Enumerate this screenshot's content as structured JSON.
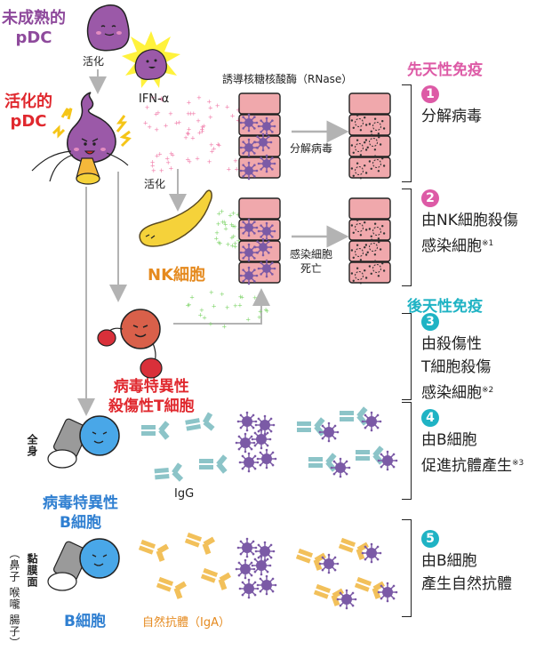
{
  "cells": {
    "immature_pdc": "未成熟的\npDC",
    "activated_pdc": "活化的\npDC",
    "nk_cell": "NK細胞",
    "virus_specific_t": "病毒特異性\n殺傷性T細胞",
    "virus_specific_b": "病毒特異性\nB細胞",
    "b_cell": "B細胞"
  },
  "arrows": {
    "activate_1": "活化",
    "activate_2": "活化",
    "ifn": "IFN-α",
    "rnase": "誘導核糖核酸酶（RNase）",
    "decompose": "分解病毒",
    "infected_death": "感染細胞\n死亡"
  },
  "antibodies": {
    "igg": "IgG",
    "iga": "自然抗體（IgA）"
  },
  "locations": {
    "whole_body": "全身",
    "mucosa": "黏膜面",
    "mucosa_detail": "（鼻子 喉嚨 腸子）"
  },
  "sections": {
    "innate": "先天性免疫",
    "adaptive": "後天性免疫"
  },
  "steps": [
    {
      "num": "1",
      "lines": [
        "分解病毒"
      ],
      "note": "",
      "color": "#dd5aa6"
    },
    {
      "num": "2",
      "lines": [
        "由NK細胞殺傷",
        "感染細胞"
      ],
      "note": "※1",
      "color": "#dd5aa6"
    },
    {
      "num": "3",
      "lines": [
        "由殺傷性",
        "T細胞殺傷",
        "感染細胞"
      ],
      "note": "※2",
      "color": "#1fb3c4"
    },
    {
      "num": "4",
      "lines": [
        "由B細胞",
        "促進抗體產生"
      ],
      "note": "※3",
      "color": "#1fb3c4"
    },
    {
      "num": "5",
      "lines": [
        "由B細胞",
        "產生自然抗體"
      ],
      "note": "",
      "color": "#1fb3c4"
    }
  ],
  "colors": {
    "pdc": "#9b59a8",
    "cell_tissue": "#f0a8ac",
    "virus": "#7b5aa6",
    "igg": "#8cc4c8",
    "iga": "#f2c05a",
    "ifn_dots": "#f07aa8",
    "nk_dots": "#7fd46a",
    "arrow_gray": "#b3b3b3"
  }
}
